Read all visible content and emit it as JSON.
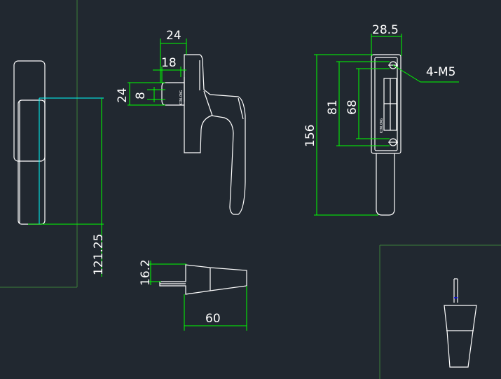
{
  "colors": {
    "background": "#212830",
    "outline": "#ffffff",
    "dimension": "#00ff00",
    "hidden": "#00ffff",
    "viewport_border": "#3a7f3a",
    "marker": "#0000ff"
  },
  "dimensions": {
    "front_width_24": "24",
    "slot_18": "18",
    "height_24": "24",
    "slot_8": "8",
    "base_width": "28.5",
    "hole_spec": "4-M5",
    "hole_spacing_81": "81",
    "hole_spacing_68": "68",
    "total_length": "156",
    "handle_length": "121.25",
    "depth": "16.2",
    "top_length": "60"
  },
  "marks": {
    "brand_vertical": "KINLONG",
    "brand_base": "KINLONG"
  }
}
